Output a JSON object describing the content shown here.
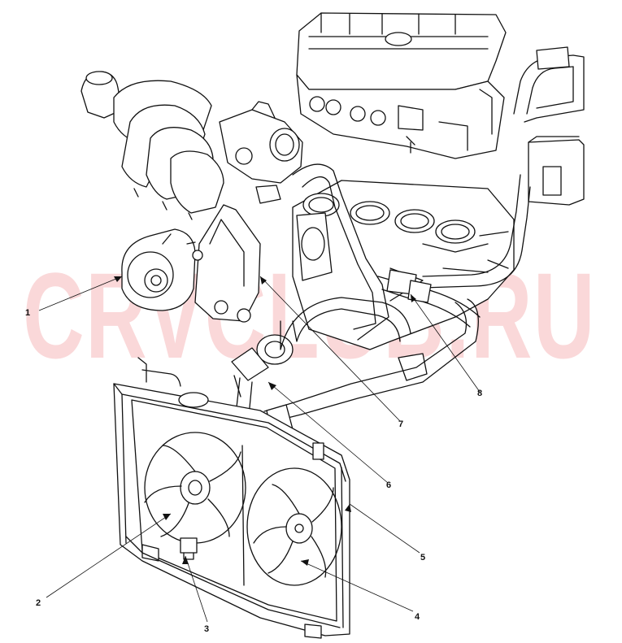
{
  "watermark": {
    "text": "CRVCLUB.RU",
    "color": "#e0161b"
  },
  "callouts": [
    {
      "id": 1,
      "label": "1"
    },
    {
      "id": 2,
      "label": "2"
    },
    {
      "id": 3,
      "label": "3"
    },
    {
      "id": 4,
      "label": "4"
    },
    {
      "id": 5,
      "label": "5"
    },
    {
      "id": 6,
      "label": "6"
    },
    {
      "id": 7,
      "label": "7"
    },
    {
      "id": 8,
      "label": "8"
    }
  ],
  "colors": {
    "line": "#111111",
    "background": "#ffffff"
  }
}
